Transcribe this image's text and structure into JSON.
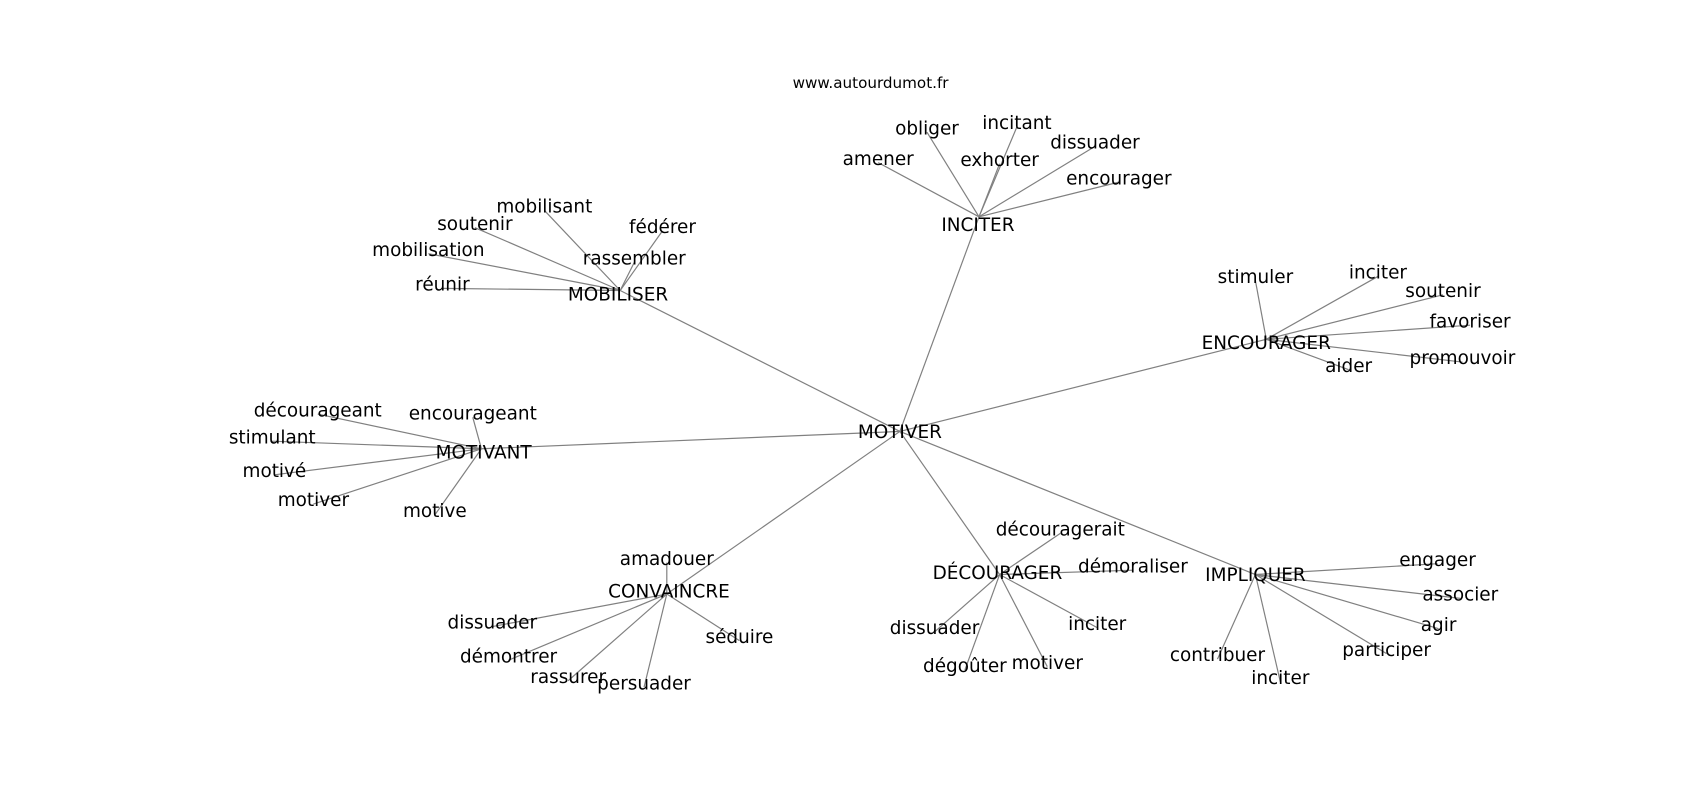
{
  "title": "www.autourdumot.fr",
  "root": "MOTIVER",
  "clusters": [
    {
      "label": "INCITER",
      "children": [
        "amener",
        "obliger",
        "incitant",
        "exhorter",
        "dissuader",
        "encourager"
      ]
    },
    {
      "label": "MOBILISER",
      "children": [
        "mobilisant",
        "soutenir",
        "fédérer",
        "mobilisation",
        "rassembler",
        "réunir"
      ]
    },
    {
      "label": "ENCOURAGER",
      "children": [
        "stimuler",
        "inciter",
        "soutenir",
        "favoriser",
        "promouvoir",
        "aider"
      ]
    },
    {
      "label": "MOTIVANT",
      "children": [
        "décourageant",
        "encourageant",
        "stimulant",
        "motivé",
        "motiver",
        "motive"
      ]
    },
    {
      "label": "CONVAINCRE",
      "children": [
        "amadouer",
        "dissuader",
        "séduire",
        "démontrer",
        "rassurer",
        "persuader"
      ]
    },
    {
      "label": "DÉCOURAGER",
      "children": [
        "découragerait",
        "démoraliser",
        "dissuader",
        "inciter",
        "dégoûter",
        "motiver"
      ]
    },
    {
      "label": "IMPLIQUER",
      "children": [
        "engager",
        "associer",
        "agir",
        "contribuer",
        "participer",
        "inciter"
      ]
    }
  ]
}
